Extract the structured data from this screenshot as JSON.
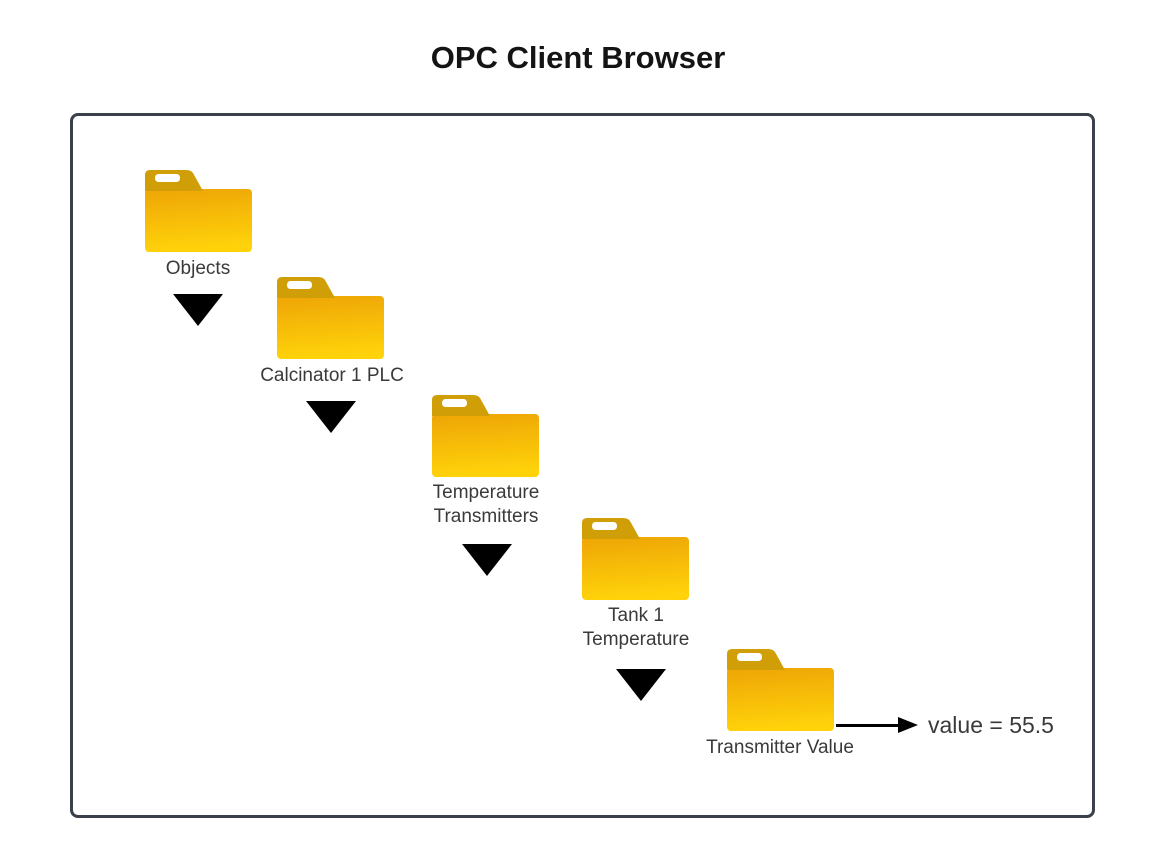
{
  "title": "OPC Client Browser",
  "colors": {
    "box_border": "#3a414b",
    "folder_tab": "#d09f08",
    "folder_body_top": "#eea506",
    "folder_body_bottom": "#ffd20a",
    "label_text": "#3a3a3a",
    "arrow": "#000000"
  },
  "nodes": [
    {
      "label": "Objects",
      "lines": [
        "Objects"
      ]
    },
    {
      "label": "Calcinator 1 PLC",
      "lines": [
        "Calcinator 1 PLC"
      ]
    },
    {
      "label": "Temperature Transmitters",
      "lines": [
        "Temperature",
        "Transmitters"
      ]
    },
    {
      "label": "Tank 1 Temperature",
      "lines": [
        "Tank 1",
        "Temperature"
      ]
    },
    {
      "label": "Transmitter Value",
      "lines": [
        "Transmitter Value"
      ]
    }
  ],
  "value_annotation": {
    "text": "value = 55.5"
  }
}
